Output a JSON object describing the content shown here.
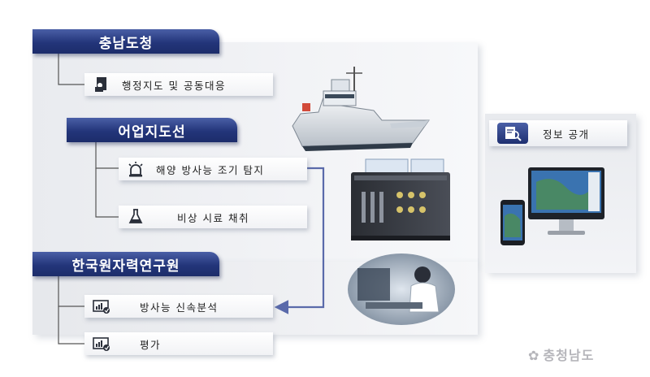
{
  "sections": {
    "chungnam": {
      "title": "충남도청"
    },
    "boat": {
      "title": "어업지도선"
    },
    "kaeri": {
      "title": "한국원자력연구원"
    }
  },
  "items": {
    "admin": "행정지도 및 공동대응",
    "detect": "해양 방사능 조기 탐지",
    "sample": "비상 시료 채취",
    "analysis": "방사능 신속분석",
    "evaluation": "평가"
  },
  "info": {
    "label": "정보 공개"
  },
  "watermark": {
    "text": "충청남도"
  },
  "icons": {
    "admin": "document-person-icon",
    "detect": "alarm-siren-icon",
    "sample": "flask-icon",
    "analysis": "chart-monitor-icon",
    "evaluation": "chart-monitor-icon",
    "info": "search-document-icon"
  },
  "colors": {
    "tab_dark": "#1c2c6a",
    "tab_light": "#4a5fa6",
    "connector": "#5a6aaa",
    "panel": "#eef0f3"
  }
}
